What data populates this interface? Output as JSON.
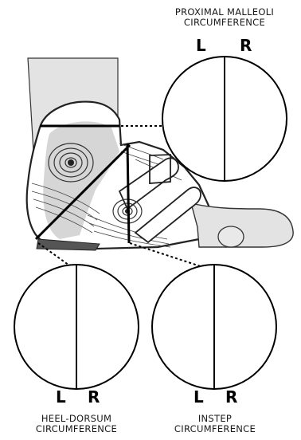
{
  "labels": {
    "left": "L",
    "right": "R"
  },
  "measurements": [
    {
      "id": "proximal-malleoli",
      "line1": "PROXIMAL MALLEOLI",
      "line2": "CIRCUMFERENCE"
    },
    {
      "id": "heel-dorsum",
      "line1": "HEEL-DORSUM",
      "line2": "CIRCUMFERENCE"
    },
    {
      "id": "instep",
      "line1": "INSTEP",
      "line2": "CIRCUMFERENCE"
    }
  ],
  "colors": {
    "outline": "#1a1a1a",
    "skin": "#e6e6e6",
    "orthosis": "#ffffff",
    "shading": "#cfcfcf",
    "ink": "#000000"
  }
}
